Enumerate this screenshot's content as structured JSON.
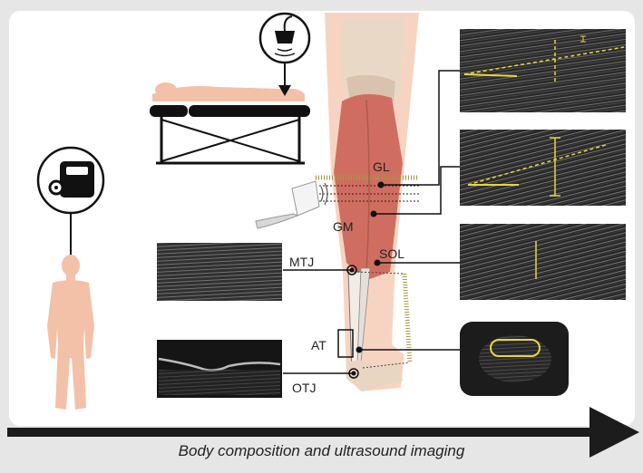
{
  "labels": {
    "gl": "GL",
    "gm": "GM",
    "sol": "SOL",
    "mtj": "MTJ",
    "at": "AT",
    "otj": "OTJ"
  },
  "caption": "Body composition and ultrasound imaging",
  "colors": {
    "panel": "#ffffff",
    "background": "#e6e6e6",
    "muscle": "#cf6e60",
    "skin": "#f0bfa8",
    "bone": "#e9d6c2",
    "ultrasound_measure": "#e8d63a",
    "arrow": "#1c1c1c"
  },
  "icons": [
    "weighing-scale-icon",
    "ultrasound-probe-icon",
    "human-body-icon",
    "examination-table-icon"
  ]
}
